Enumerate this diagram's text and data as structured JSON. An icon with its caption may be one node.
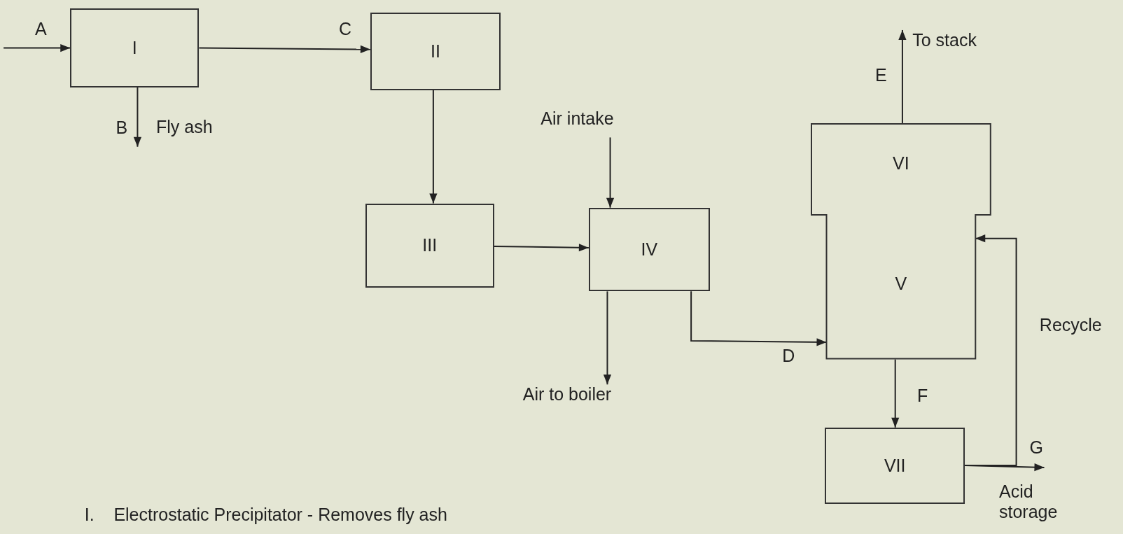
{
  "diagram": {
    "nodes": [
      {
        "text": [
          "I"
        ]
      },
      {
        "text": [
          "Fly ash"
        ]
      },
      {
        "text": [
          "II"
        ]
      },
      {
        "text": [
          "III"
        ]
      },
      {
        "text": [
          "Air intake"
        ]
      },
      {
        "text": [
          "IV"
        ]
      },
      {
        "text": [
          "Air to boiler"
        ]
      },
      {
        "text": [
          "To stack"
        ]
      },
      {
        "text": [
          "VI",
          "V"
        ]
      },
      {
        "text": [
          "VII"
        ]
      },
      {
        "text": [
          "Acid storage"
        ]
      }
    ],
    "edges": [
      {
        "from": null,
        "to": 0,
        "arrow": "to",
        "label": "A"
      },
      {
        "from": 0,
        "to": 1,
        "arrow": "to",
        "label": "B"
      },
      {
        "from": 0,
        "to": 2,
        "arrow": "to",
        "label": "C"
      },
      {
        "from": 2,
        "to": 3,
        "arrow": "to"
      },
      {
        "from": 4,
        "to": 5,
        "arrow": "to"
      },
      {
        "from": 3,
        "to": 5,
        "arrow": "to"
      },
      {
        "from": 5,
        "to": 6,
        "arrow": "to"
      },
      {
        "from": 5,
        "to": 8,
        "arrow": "to",
        "label": "D"
      },
      {
        "from": 8,
        "to": 7,
        "arrow": "to",
        "label": "E"
      },
      {
        "from": 8,
        "to": 9,
        "arrow": "to",
        "label": "F"
      },
      {
        "from": 9,
        "to": 10,
        "arrow": "to",
        "label": "G"
      },
      {
        "from": 9,
        "to": 8,
        "arrow": "to",
        "label": "Recycle"
      }
    ],
    "labels": [
      "I.    Electrostatic Precipitator - Removes fly ash"
    ]
  }
}
